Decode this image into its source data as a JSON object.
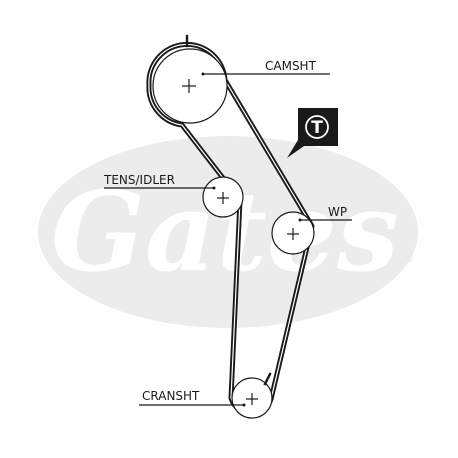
{
  "labels": {
    "camshaft": "CAMSHT",
    "tensioner": "TENS/IDLER",
    "water_pump": "WP",
    "crankshaft": "CRANSHT"
  },
  "badge": {
    "letter": "T",
    "color": "#1a1a1a"
  },
  "watermark": {
    "brand": "Gates",
    "registered_symbol": "®",
    "color": "#ececec"
  },
  "colors": {
    "line": "#1a1a1a",
    "background": "#ffffff"
  }
}
